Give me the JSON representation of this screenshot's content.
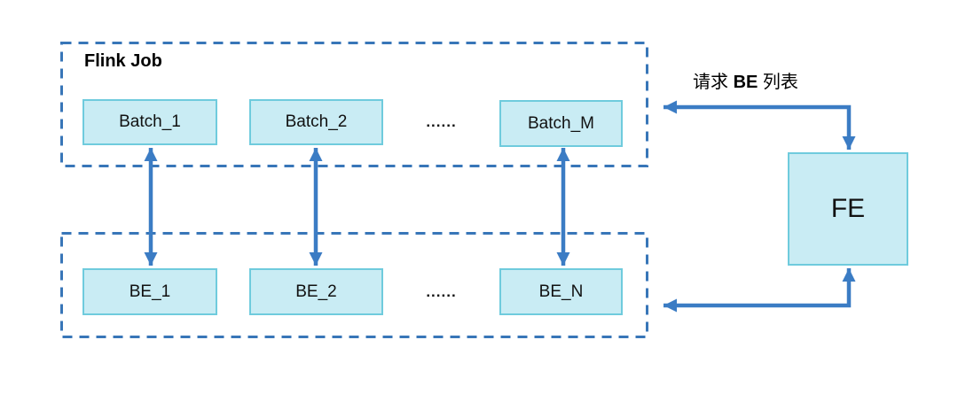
{
  "colors": {
    "node_fill": "#C9ECF4",
    "node_border": "#6FCBDD",
    "dashed_border": "#3876B8",
    "arrow": "#3B7CC4",
    "text": "#111111"
  },
  "flink_job": {
    "title": "Flink Job"
  },
  "top_row": {
    "items": [
      {
        "label": "Batch_1"
      },
      {
        "label": "Batch_2"
      },
      {
        "label": "Batch_M"
      }
    ],
    "ellipsis": "......"
  },
  "bottom_row": {
    "items": [
      {
        "label": "BE_1"
      },
      {
        "label": "BE_2"
      },
      {
        "label": "BE_N"
      }
    ],
    "ellipsis": "......"
  },
  "fe": {
    "label": "FE"
  },
  "annotation": {
    "prefix": "请求 ",
    "bold": "BE",
    "suffix": " 列表"
  }
}
